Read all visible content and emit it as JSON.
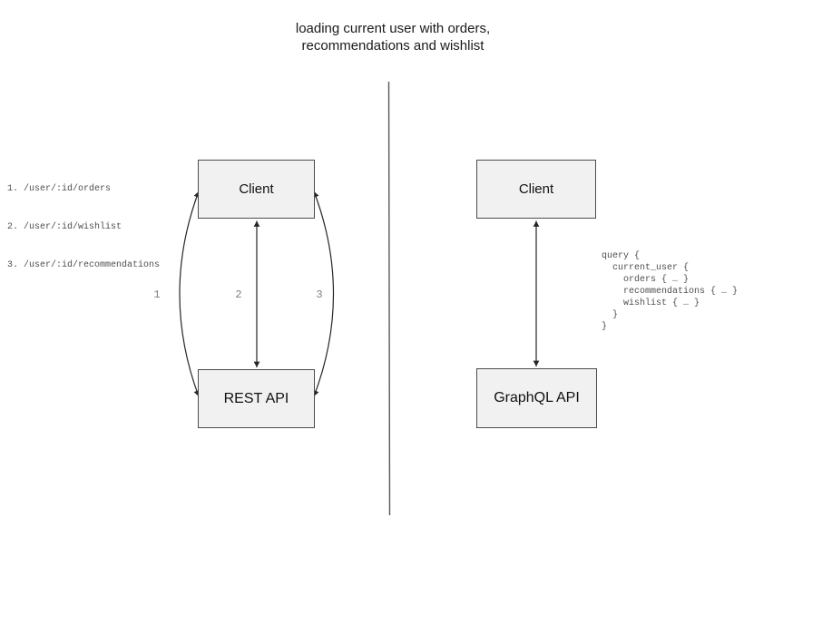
{
  "title": {
    "line1": "loading current user with orders,",
    "line2": "recommendations and wishlist"
  },
  "rest_panel": {
    "endpoints": [
      "1. /user/:id/orders",
      "2. /user/:id/wishlist",
      "3. /user/:id/recommendations"
    ],
    "client_label": "Client",
    "api_label": "REST API",
    "arrow_labels": [
      "1",
      "2",
      "3"
    ]
  },
  "graphql_panel": {
    "client_label": "Client",
    "api_label": "GraphQL API",
    "query": [
      "query {",
      "  current_user {",
      "    orders { … }",
      "    recommendations { … }",
      "    wishlist { … }",
      "  }",
      "}"
    ]
  },
  "colors": {
    "box_fill": "#f1f1f1",
    "box_border": "#4d4d4d",
    "arrow": "#262626",
    "divider": "#595959",
    "code_text": "#4f4f4f",
    "number_label": "#808080",
    "title_text": "#1a1a1a"
  }
}
